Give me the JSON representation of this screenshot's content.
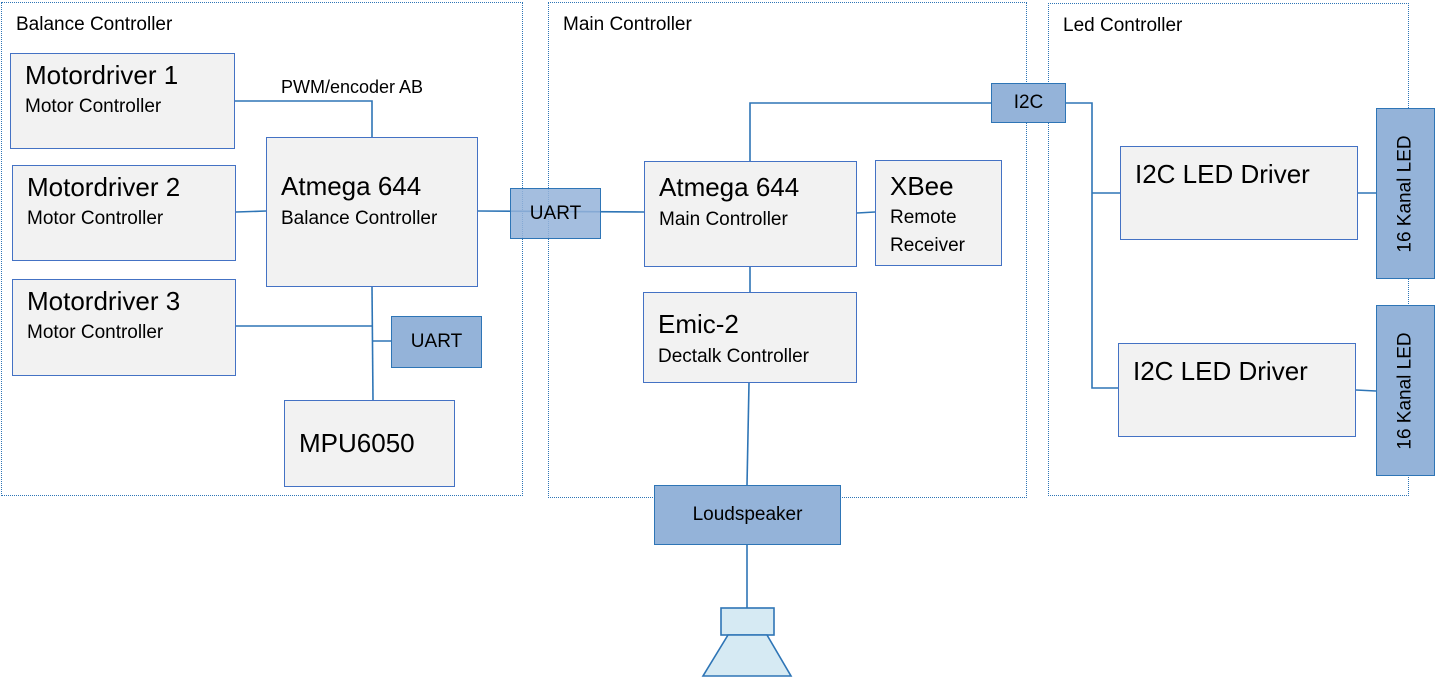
{
  "groups": {
    "balance": "Balance Controller",
    "main": "Main Controller",
    "led": "Led Controller"
  },
  "balance": {
    "motor1": {
      "title": "Motordriver 1",
      "subtitle": "Motor Controller"
    },
    "motor2": {
      "title": "Motordriver 2",
      "subtitle": "Motor Controller"
    },
    "motor3": {
      "title": "Motordriver 3",
      "subtitle": "Motor Controller"
    },
    "atmega": {
      "title": "Atmega 644",
      "subtitle": "Balance Controller"
    },
    "uart": "UART",
    "mpu": "MPU6050",
    "pwm_label": "PWM/encoder AB"
  },
  "bridge": {
    "uart": "UART"
  },
  "main": {
    "atmega": {
      "title": "Atmega 644",
      "subtitle": "Main Controller"
    },
    "xbee": {
      "title": "XBee",
      "line1": "Remote",
      "line2": "Receiver"
    },
    "emic": {
      "title": "Emic-2",
      "subtitle": "Dectalk Controller"
    },
    "i2c": "I2C",
    "loudspeaker": "Loudspeaker"
  },
  "led": {
    "driver1": "I2C LED Driver",
    "driver2": "I2C LED Driver",
    "strip1": "16 Kanal LED",
    "strip2": "16 Kanal LED"
  },
  "colors": {
    "line": "#2e75b6",
    "box_fill": "#f2f2f2",
    "pill_fill": "#94b3d9",
    "speaker_fill": "#d6eaf3"
  }
}
